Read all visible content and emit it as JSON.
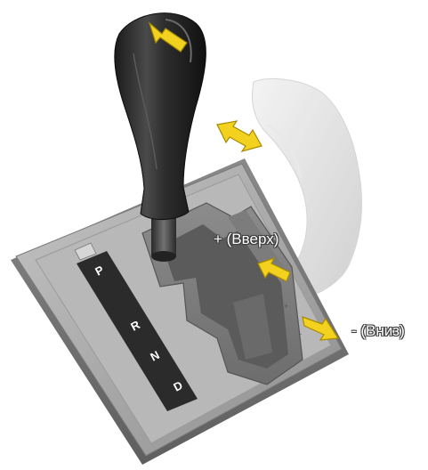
{
  "diagram": {
    "subject": "automatic transmission gear shift lever with manual shift gate",
    "gear_positions": [
      "P",
      "R",
      "N",
      "D"
    ],
    "callouts": {
      "shift_up": "+ (Вверх)",
      "shift_down": "- (Вниз)"
    },
    "arrow_color": "#f2d21e",
    "arrow_outline_color": "#a88a00"
  }
}
